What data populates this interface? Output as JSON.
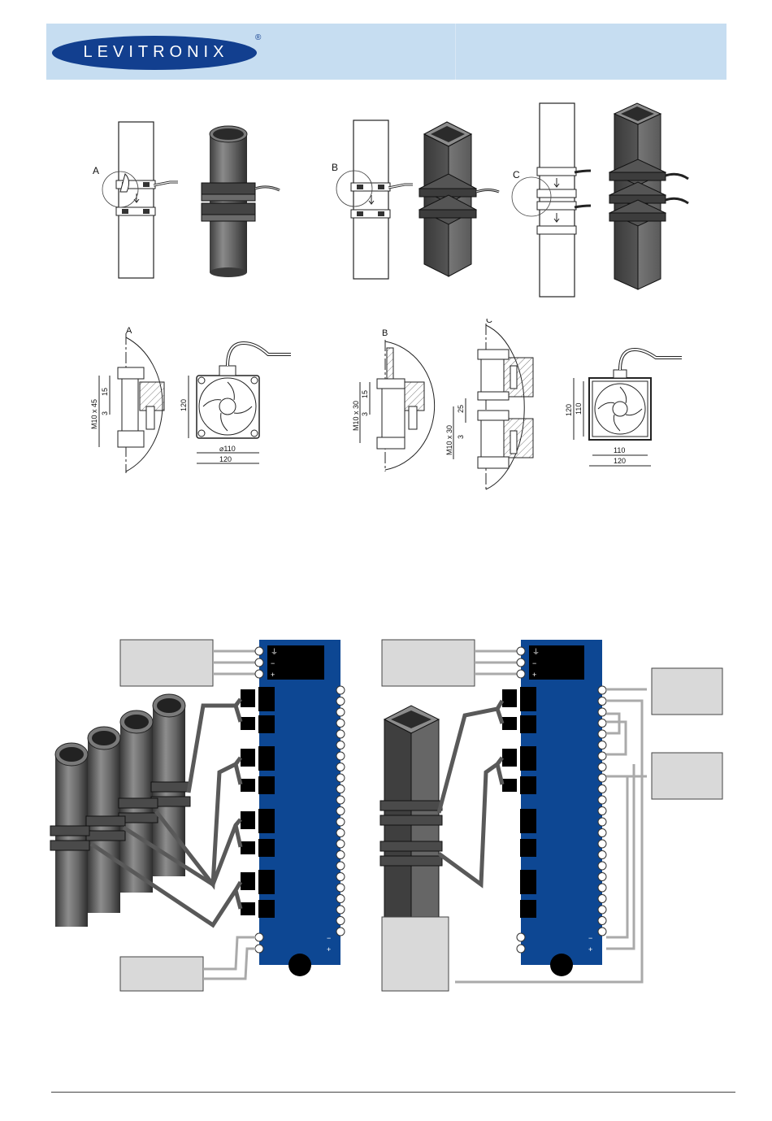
{
  "brand": {
    "name": "LEVITRONIX",
    "registered_mark": "®"
  },
  "mounting_detail_labels": {
    "detail_a": "A",
    "detail_b": "B",
    "detail_c": "C"
  },
  "dimensions": {
    "m10x45": "M10 x 45",
    "m10x30_b": "M10 x 30",
    "m10x30_c": "M10 x 30",
    "d15_a": "15",
    "d3_a": "3",
    "d120_a_side": "120",
    "d110_dia": "⌀110",
    "d120_a_bottom": "120",
    "d15_b": "15",
    "d3_b": "3",
    "d25_c": "25",
    "d3_c": "3",
    "d120_c_side": "120",
    "d110_c_side": "110",
    "d110_c_bottom": "110",
    "d120_c_bottom": "120"
  },
  "terminal_glyphs": {
    "ground": "⏚",
    "minus": "−",
    "plus": "+"
  },
  "colors": {
    "header_band": "#c6ddf1",
    "logo_blue": "#123f8f",
    "board_blue": "#0d4793",
    "box_gray": "#d9d9d9",
    "pipe_dark": "#5a5a5a",
    "cable_gray": "#595959"
  }
}
